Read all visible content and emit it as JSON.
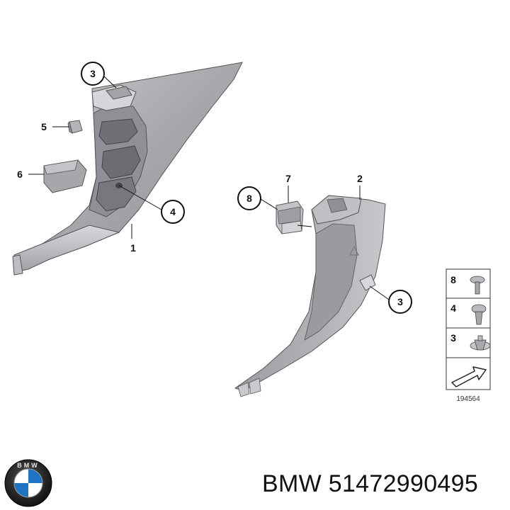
{
  "callouts": {
    "part1": "1",
    "part2": "2",
    "part3_top": "3",
    "part3_right": "3",
    "part4": "4",
    "part5": "5",
    "part6": "6",
    "part7": "7",
    "part8": "8"
  },
  "legend": {
    "rows": [
      {
        "number": "8",
        "icon": "screw-icon"
      },
      {
        "number": "4",
        "icon": "screw-icon"
      },
      {
        "number": "3",
        "icon": "clip-icon"
      },
      {
        "number": "",
        "icon": "arrow-icon"
      }
    ],
    "reference": "194564"
  },
  "footer": {
    "brand_logo_text": "BMW",
    "part_number": "BMW 51472990495"
  },
  "colors": {
    "panel_fill": "#a9a9ae",
    "panel_light": "#cfcfd3",
    "panel_dark": "#7f7f85",
    "line": "#111111"
  }
}
